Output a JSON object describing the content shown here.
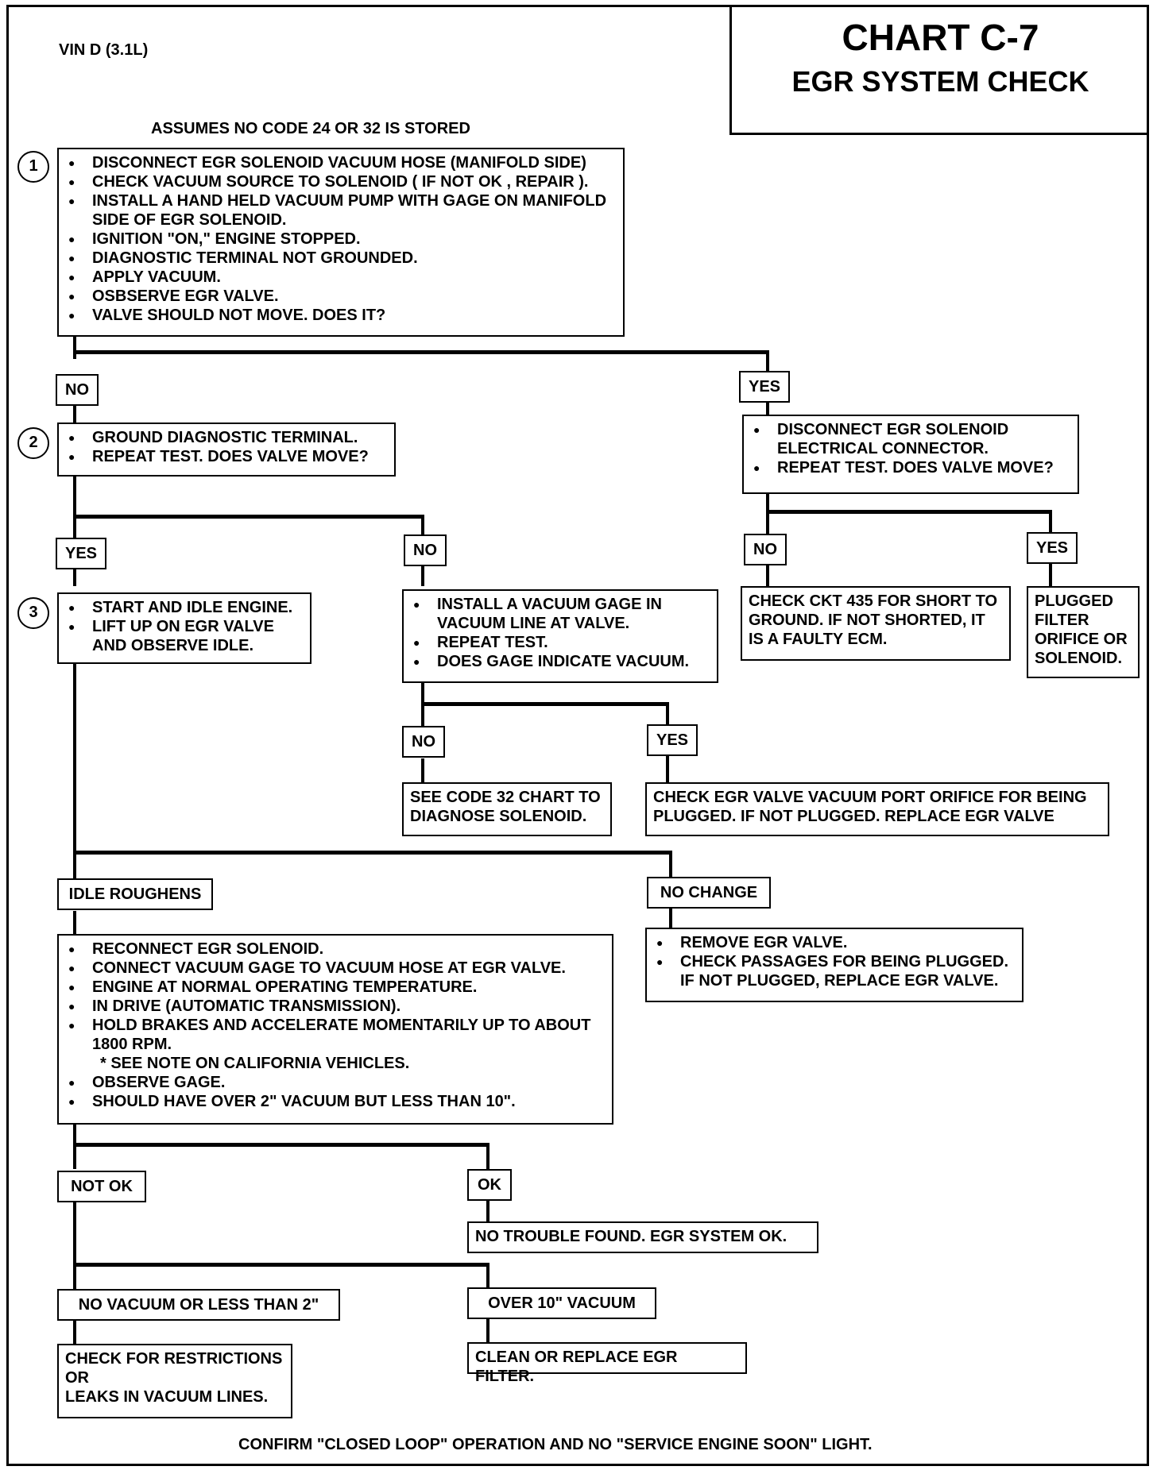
{
  "header": {
    "vin": "VIN D (3.1L)",
    "chart_title": "CHART C-7",
    "chart_subtitle": "EGR SYSTEM CHECK",
    "assumption": "ASSUMES NO CODE 24 OR 32 IS STORED"
  },
  "steps": {
    "s1": {
      "num": "1",
      "items": [
        "DISCONNECT EGR SOLENOID VACUUM HOSE (MANIFOLD SIDE)",
        "CHECK VACUUM SOURCE TO SOLENOID ( IF NOT OK , REPAIR ).",
        "INSTALL A HAND HELD VACUUM PUMP WITH GAGE ON MANIFOLD SIDE OF EGR SOLENOID.",
        "IGNITION \"ON,\" ENGINE STOPPED.",
        "DIAGNOSTIC TERMINAL NOT GROUNDED.",
        "APPLY VACUUM.",
        "OSBSERVE EGR VALVE.",
        "VALVE SHOULD NOT MOVE.  DOES IT?"
      ]
    },
    "s2": {
      "num": "2",
      "items": [
        "GROUND DIAGNOSTIC TERMINAL.",
        "REPEAT TEST.  DOES VALVE MOVE?"
      ]
    },
    "s3": {
      "num": "3",
      "items": [
        "START AND IDLE ENGINE.",
        "LIFT UP ON EGR VALVE AND OBSERVE IDLE."
      ]
    },
    "disconnect": {
      "items": [
        "DISCONNECT EGR SOLENOID ELECTRICAL CONNECTOR.",
        "REPEAT TEST.  DOES VALVE MOVE?"
      ]
    },
    "install_gage": {
      "items": [
        "INSTALL A VACUUM GAGE IN VACUUM LINE AT VALVE.",
        "REPEAT TEST.",
        "DOES GAGE INDICATE VACUUM."
      ]
    },
    "reconnect": {
      "items": [
        "RECONNECT EGR SOLENOID.",
        "CONNECT VACUUM GAGE TO VACUUM HOSE AT EGR VALVE.",
        "ENGINE AT NORMAL OPERATING TEMPERATURE.",
        "IN DRIVE (AUTOMATIC TRANSMISSION).",
        "HOLD BRAKES AND ACCELERATE MOMENTARILY UP TO ABOUT 1800 RPM.",
        "OBSERVE GAGE.",
        "SHOULD HAVE OVER 2\" VACUUM BUT LESS THAN 10\"."
      ],
      "note": "* SEE NOTE ON CALIFORNIA VEHICLES."
    },
    "remove": {
      "items": [
        "REMOVE EGR VALVE.",
        "CHECK PASSAGES FOR BEING PLUGGED. IF NOT PLUGGED, REPLACE EGR VALVE."
      ]
    }
  },
  "results": {
    "ckt435": "CHECK CKT 435 FOR SHORT TO GROUND. IF NOT SHORTED, IT IS A FAULTY ECM.",
    "plugged": "PLUGGED FILTER ORIFICE OR SOLENOID.",
    "code32": "SEE CODE 32 CHART TO DIAGNOSE SOLENOID.",
    "port_orifice": "CHECK EGR VALVE VACUUM PORT ORIFICE FOR BEING PLUGGED.  IF NOT PLUGGED.  REPLACE EGR VALVE",
    "no_trouble": "NO TROUBLE FOUND.  EGR SYSTEM OK.",
    "restrictions_1": "CHECK FOR RESTRICTIONS",
    "restrictions_2": "OR",
    "restrictions_3": "LEAKS IN VACUUM LINES.",
    "filter": "CLEAN OR REPLACE EGR FILTER."
  },
  "labels": {
    "no1": "NO",
    "yes1": "YES",
    "yes2": "YES",
    "no2": "NO",
    "no3": "NO",
    "yes3": "YES",
    "no4": "NO",
    "yes4": "YES",
    "idle_roughens": "IDLE ROUGHENS",
    "no_change": "NO CHANGE",
    "not_ok": "NOT OK",
    "ok": "OK",
    "no_vacuum": "NO VACUUM OR LESS THAN 2\"",
    "over_10": "OVER 10\" VACUUM"
  },
  "footer": "CONFIRM \"CLOSED LOOP\" OPERATION AND NO \"SERVICE ENGINE SOON\" LIGHT."
}
